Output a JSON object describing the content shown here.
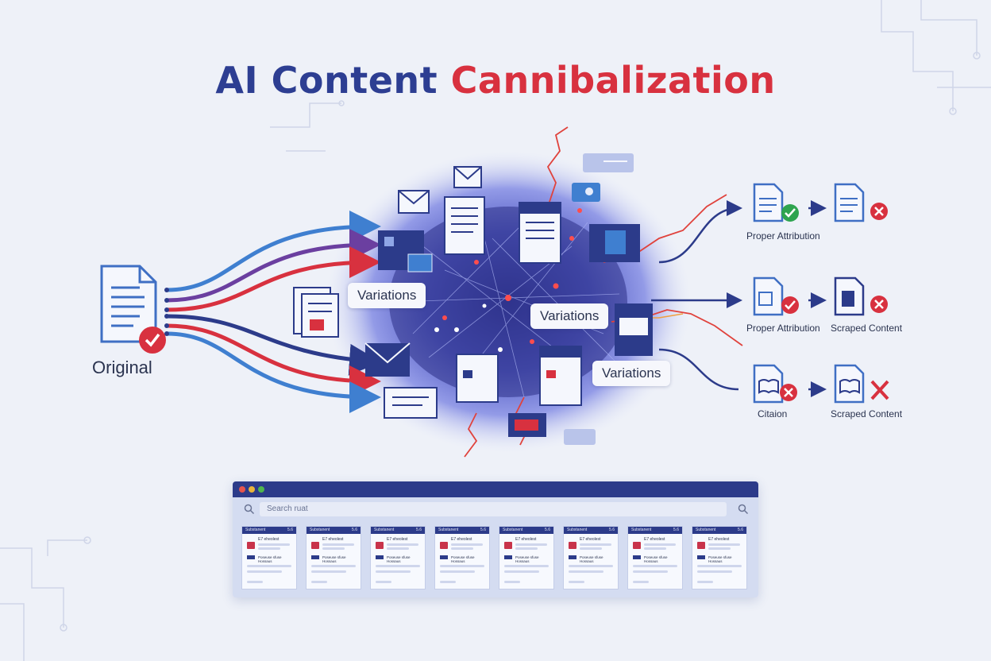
{
  "title": {
    "part1": "AI Content",
    "part2": "Cannibalization"
  },
  "source": {
    "label": "Original"
  },
  "variations": [
    {
      "label": "Variations"
    },
    {
      "label": "Variations"
    },
    {
      "label": "Variations"
    }
  ],
  "outputs": [
    {
      "label": "Proper Attribution",
      "secondary_label": ""
    },
    {
      "label": "Proper Attribution",
      "secondary_label": "Scraped Content"
    },
    {
      "label": "Citaion",
      "secondary_label": "Scraped Content"
    }
  ],
  "browser": {
    "search_placeholder": "Search ruat",
    "card_header": "Substanent",
    "card_header_value": "5.6",
    "card_subtitle": "E7 eheolest",
    "card_link": "Poseuse sfuse Hossaus",
    "card_count": 8
  },
  "colors": {
    "navy": "#2c3b8a",
    "red": "#d8313f",
    "blue": "#3f7fd0",
    "purple": "#6b3fa0",
    "green": "#2ea44f"
  }
}
